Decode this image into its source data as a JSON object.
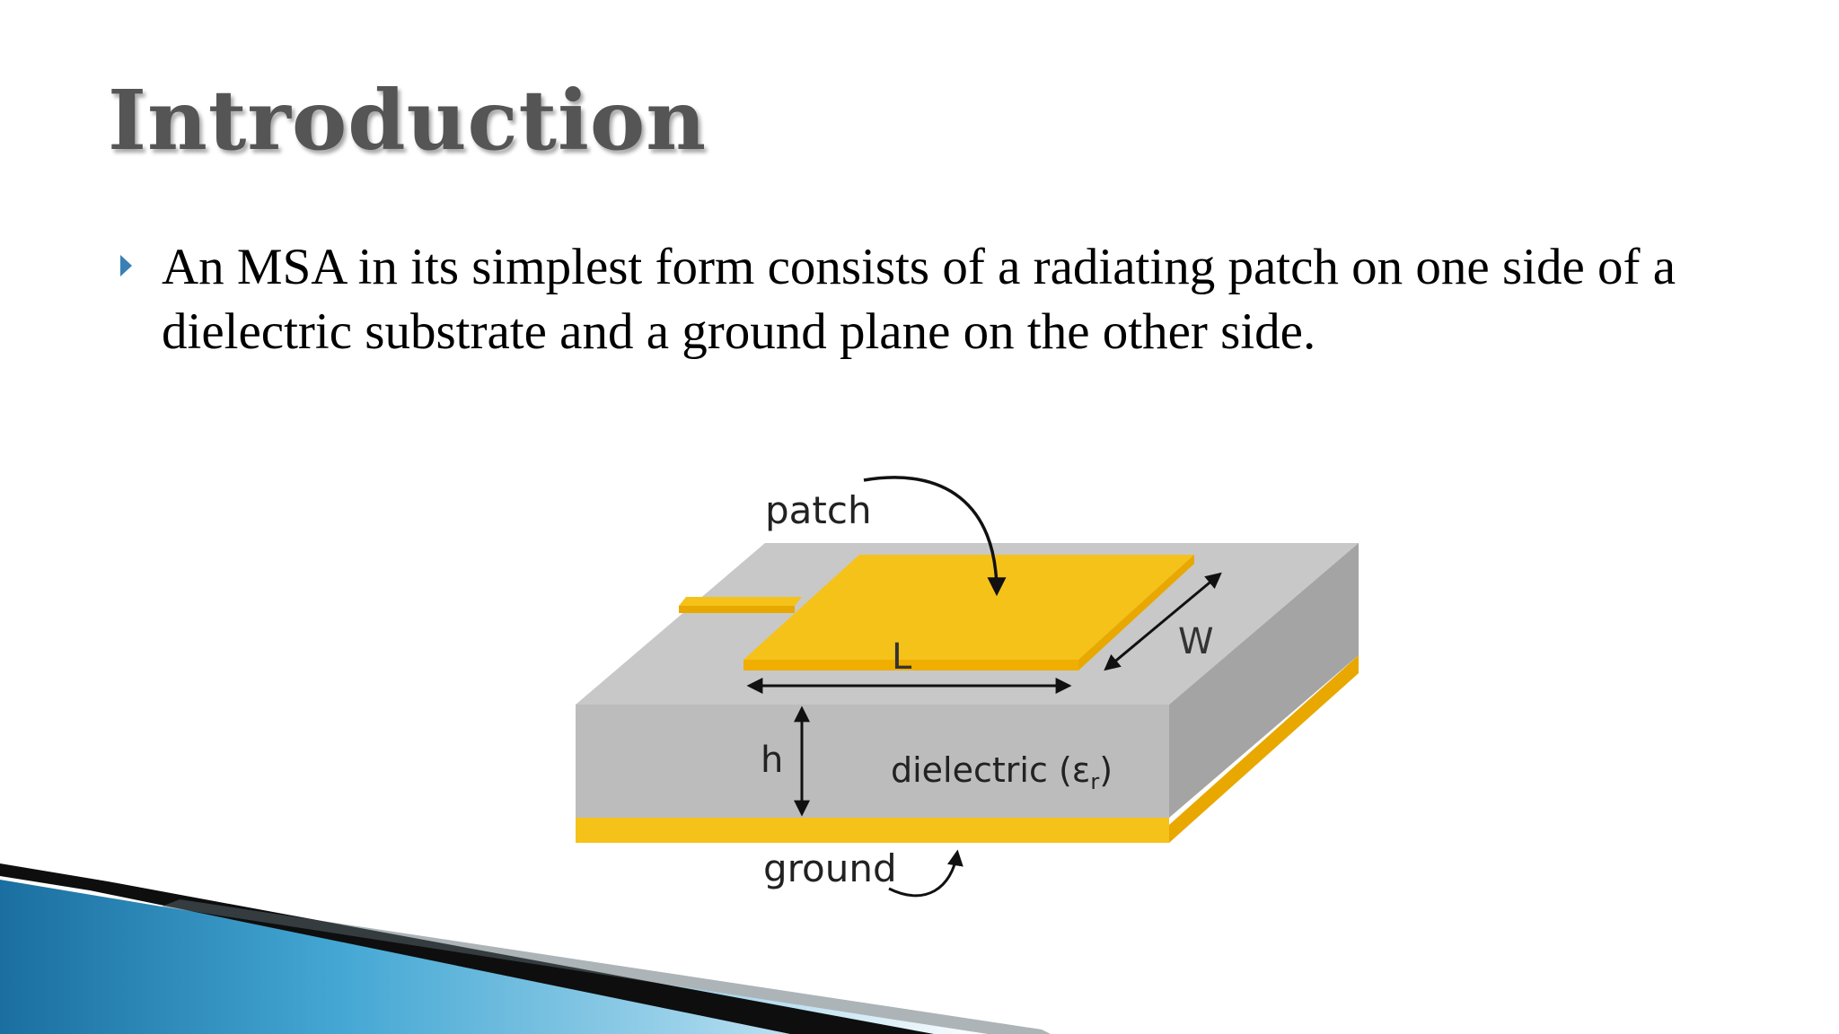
{
  "slide": {
    "title": "Introduction",
    "bullets": [
      "An MSA in its simplest form consists of a radiating patch on one side of a dielectric substrate and a ground plane on the other side."
    ]
  },
  "diagram": {
    "labels": {
      "patch": "patch",
      "length": "L",
      "width": "W",
      "height": "h",
      "dielectric": "dielectric (ε",
      "dielectric_sub": "r",
      "dielectric_close": ")",
      "ground": "ground"
    },
    "colors": {
      "copper": "#f5c21a",
      "copper_edge": "#e8a800",
      "substrate_top": "#c8c8c8",
      "substrate_front": "#bcbcbc",
      "substrate_side": "#a4a4a4",
      "bullet": "#3a7fb5"
    }
  }
}
